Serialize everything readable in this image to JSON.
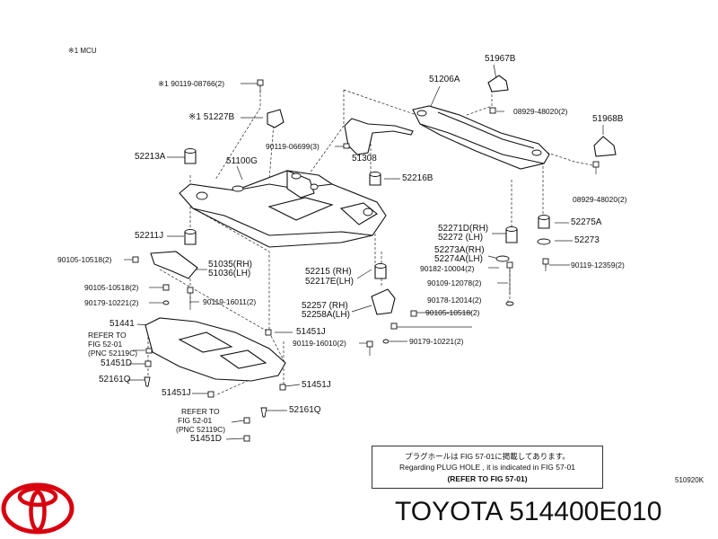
{
  "meta_note": "※1 MCU",
  "catalog_ref": "510920K",
  "labels": {
    "p90119_08766": "※1 90119-08766(2)",
    "p51227B": "※1  51227B",
    "p90119_06699": "90119-06699(3)",
    "p51308": "51308",
    "p51206A": "51206A",
    "p51967B": "51967B",
    "p08929_48020_top": "08929-48020(2)",
    "p51968B": "51968B",
    "p08929_48020_right": "08929-48020(2)",
    "p52213A": "52213A",
    "p51100G": "51100G",
    "p52216B": "52216B",
    "p52275A": "52275A",
    "p52273": "52273",
    "p52271D": "52271D(RH)",
    "p52272": "52272  (LH)",
    "p52273A": "52273A(RH)",
    "p52274A": "52274A(LH)",
    "p90182_10004": "90182-10004(2)",
    "p90119_12359": "90119-12359(2)",
    "p52211J": "52211J",
    "p90105_10518_left": "90105-10518(2)",
    "p51035": "51035(RH)",
    "p51036": "51036(LH)",
    "p52215": "52215  (RH)",
    "p52217E": "52217E(LH)",
    "p90109_12078": "90109-12078(2)",
    "p90105_10518_mid": "90105-10518(2)",
    "p90179_10221_left": "90179-10221(2)",
    "p90119_16011": "90119-16011(2)",
    "p52257": "52257  (RH)",
    "p52258A": "52258A(LH)",
    "p90178_12014": "90178-12014(2)",
    "p90105_10518_right": "90105-10518(2)",
    "p51441": "51441",
    "refer1_a": "REFER TO",
    "refer1_b": "FIG 52-01",
    "refer1_c": "(PNC 52119C)",
    "p51451J_a": "51451J",
    "p90119_16010": "90119-16010(2)",
    "p90179_10221_right": "90179-10221(2)",
    "p51451D_a": "51451D",
    "p52161Q_a": "52161Q",
    "p51451J_b": "51451J",
    "p51451J_c": "51451J",
    "p52161Q_b": "52161Q",
    "refer2_a": "REFER TO",
    "refer2_b": "FIG 52-01",
    "refer2_c": "(PNC 52119C)",
    "p51451D_b": "51451D"
  },
  "note_box": {
    "line1": "プラグホールは FIG 57-01に掲載してあります。",
    "line2": "Regarding  PLUG  HOLE , it is indicated in FIG 57-01",
    "line3": "(REFER TO FIG 57-01)"
  },
  "footer": {
    "brand_text": "TOYOTA 514400E010",
    "logo_color": "#d8000f"
  }
}
